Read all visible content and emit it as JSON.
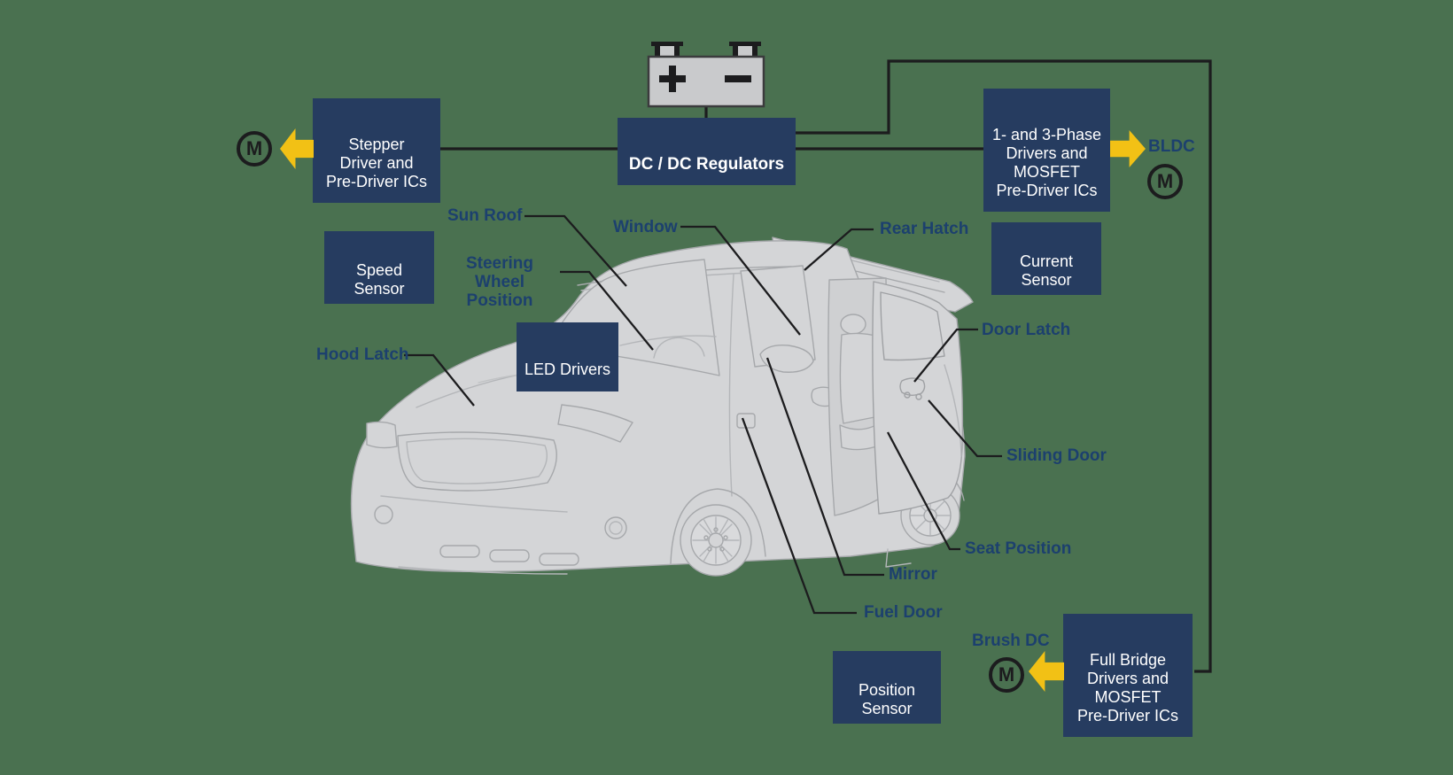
{
  "colors": {
    "background": "#4A7150",
    "box_navy": "#263C60",
    "label_navy": "#1C406E",
    "accent_gold": "#F2C115",
    "line_black": "#1C1C1E",
    "car_body_gray": "#D4D5D7",
    "car_outline_gray": "#A6A8AB",
    "battery_gray": "#C9CACC",
    "box_text": "#FFFFFF"
  },
  "boxes": {
    "stepper": {
      "label": "Stepper\nDriver and\nPre-Driver ICs"
    },
    "dcdc": {
      "label": "DC / DC Regulators"
    },
    "phase": {
      "label": "1- and 3-Phase\nDrivers and\nMOSFET\nPre-Driver ICs"
    },
    "speed": {
      "label": "Speed\nSensor"
    },
    "current": {
      "label": "Current\nSensor"
    },
    "led": {
      "label": "LED Drivers"
    },
    "position": {
      "label": "Position\nSensor"
    },
    "fullbridge": {
      "label": "Full Bridge\nDrivers and\nMOSFET\nPre-Driver ICs"
    }
  },
  "motors": {
    "symbol": "M",
    "bldc": "BLDC",
    "brush_dc": "Brush DC"
  },
  "callouts": {
    "sun_roof": "Sun Roof",
    "window": "Window",
    "rear_hatch": "Rear Hatch",
    "steering": "Steering Wheel\nPosition",
    "hood_latch": "Hood Latch",
    "door_latch": "Door Latch",
    "sliding_door": "Sliding Door",
    "seat_position": "Seat Position",
    "mirror": "Mirror",
    "fuel_door": "Fuel Door"
  }
}
